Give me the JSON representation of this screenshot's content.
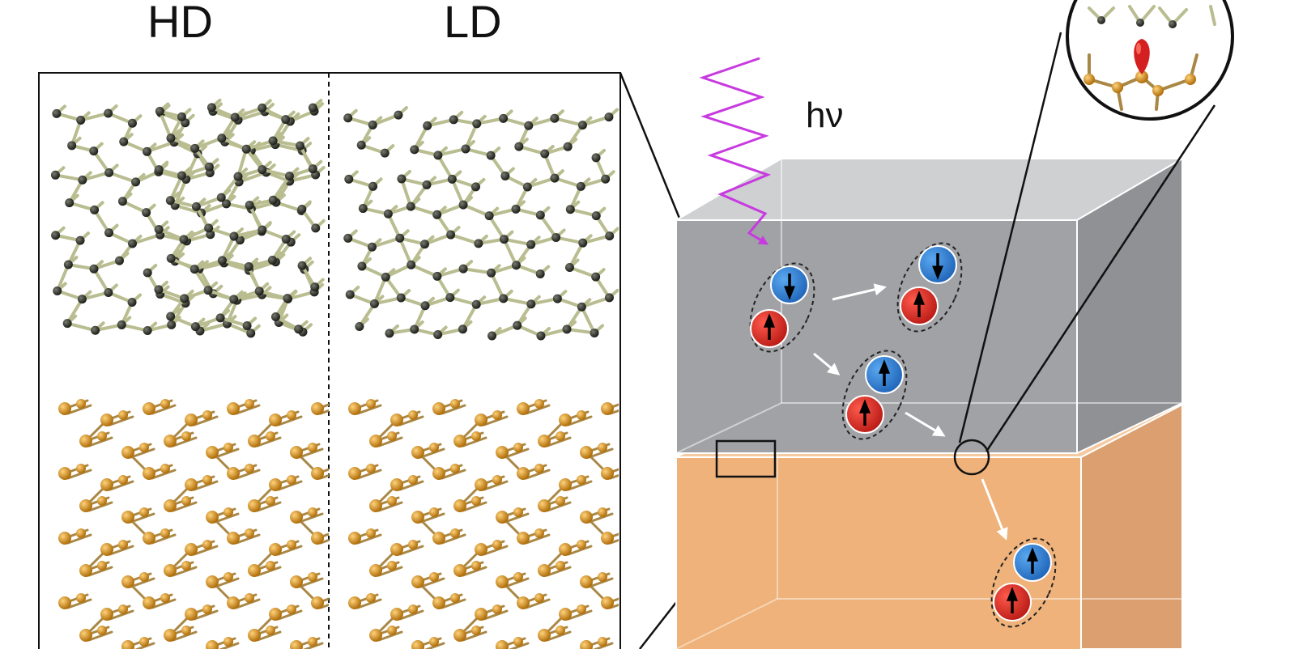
{
  "labels": {
    "hd": "HD",
    "ld": "LD",
    "photon": "hν"
  },
  "colors": {
    "carbon": "#2b2e27",
    "bond_c": "#b9bd90",
    "silicon": "#d8921a",
    "bond_si": "#a98745",
    "gray_block": "#9a9c9f",
    "orange_block": "#efb57d",
    "spin_up": "#d72a22",
    "spin_down": "#2f7fd3",
    "photon": "#c83ae0"
  },
  "excitons": [
    {
      "pair": [
        "down",
        "up"
      ]
    },
    {
      "pair": [
        "down",
        "up"
      ]
    },
    {
      "pair": [
        "up",
        "up"
      ]
    },
    {
      "pair": [
        "up",
        "up"
      ]
    }
  ]
}
